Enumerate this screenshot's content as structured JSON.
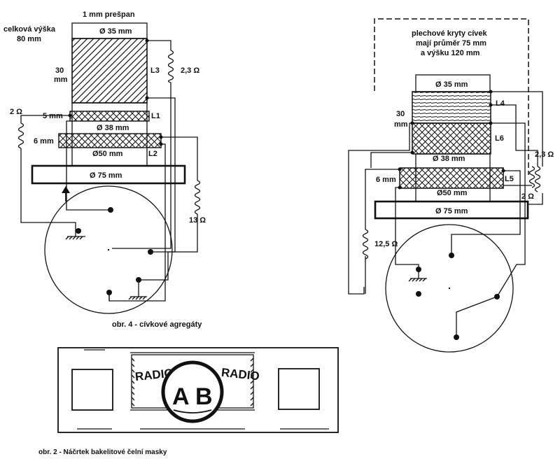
{
  "left_assembly": {
    "overall_height_line1": "celková výška",
    "overall_height_line2": "80 mm",
    "top_spacer": "1 mm prešpan",
    "d35": "Ø 35 mm",
    "h30_line1": "30",
    "h30_line2": "mm",
    "coil_l3": "L3",
    "r_l3": "2,3 Ω",
    "r_l1": "2 Ω",
    "w5": "5 mm",
    "coil_l1": "L1",
    "d38": "Ø 38 mm",
    "w6": "6 mm",
    "d50": "Ø50 mm",
    "coil_l2": "L2",
    "d75": "Ø 75 mm",
    "r_l2": "13 Ω"
  },
  "right_assembly": {
    "cover_line1": "plechové kryty cívek",
    "cover_line2": "mají průměr 75 mm",
    "cover_line3": "a výšku 120 mm",
    "d35": "Ø 35 mm",
    "coil_l4": "L4",
    "h30_line1": "30",
    "h30_line2": "mm",
    "coil_l6": "L6",
    "d38": "Ø 38 mm",
    "r_l4": "2,3 Ω",
    "w6": "6 mm",
    "coil_l5": "L5",
    "d50": "Ø50 mm",
    "r_l6": "2 Ω",
    "d75": "Ø 75 mm",
    "r_l5": "12,5 Ω"
  },
  "captions": {
    "fig4": "obr. 4 - cívkové agregáty",
    "fig2": "obr. 2 - Náčrtek bakelitové čelní masky"
  },
  "mask": {
    "logo_letter_a": "A",
    "logo_letter_b": "B",
    "radio_left": "RADIO",
    "radio_right": "RADIO"
  }
}
